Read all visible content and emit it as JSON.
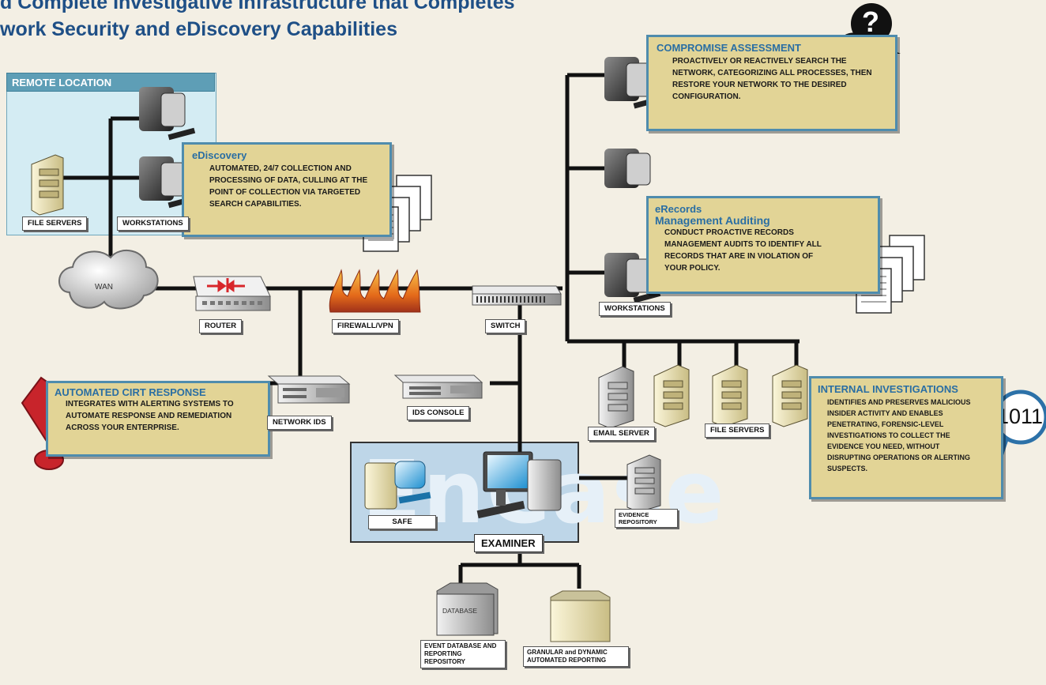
{
  "title": {
    "line1": "d Complete Investigative Infrastructure that Completes",
    "line2": "work Security and eDiscovery Capabilities"
  },
  "remote": {
    "header": "REMOTE LOCATION"
  },
  "callouts": {
    "ediscovery": {
      "title": "eDiscovery",
      "body": "Automated, 24/7 collection and processing of data, culling at the point of collection via targeted search capabilities."
    },
    "compromise": {
      "title": "Compromise Assessment",
      "body": "Proactively or reactively search the network, categorizing all processes, then restore your network to the desired configuration."
    },
    "erecords": {
      "title_line1": "eRecords",
      "title_line2": "Management Auditing",
      "body": "Conduct proactive records management audits to identify all records that are in violation of your policy."
    },
    "cirt": {
      "title": "Automated CIRT Response",
      "body": "Integrates with alerting systems to automate response and remediation across your enterprise."
    },
    "internal": {
      "title": "Internal Investigations",
      "body": "Identifies and preserves malicious insider activity and enables penetrating, forensic-level investigations to collect the evidence you need, without disrupting operations or alerting suspects."
    }
  },
  "labels": {
    "file_servers_remote": "FILE SERVERS",
    "workstations_remote": "WORKSTATIONS",
    "wan": "WAN",
    "router": "ROUTER",
    "firewall": "FIREWALL/VPN",
    "switch": "SWITCH",
    "network_ids": "NETWORK IDS",
    "ids_console": "IDS CONSOLE",
    "workstations_right": "WORKSTATIONS",
    "email_server": "EMAIL SERVER",
    "file_servers_right": "FILE SERVERS",
    "evidence_repository": "EVIDENCE REPOSITORY",
    "safe": "SAFE",
    "examiner": "EXAMINER",
    "encase": "EnCase",
    "database_icon": "DATABASE",
    "event_database": "EVENT DATABASE AND REPORTING REPOSITORY",
    "granular": "GRANULAR and DYNAMIC AUTOMATED REPORTING",
    "question_mark": "?",
    "binary": "1011"
  },
  "colors": {
    "background": "#f3efe4",
    "callout_fill": "#e2d496",
    "callout_border": "#4f8cad",
    "title_blue": "#1e4f86",
    "alert_red": "#c8242b"
  }
}
